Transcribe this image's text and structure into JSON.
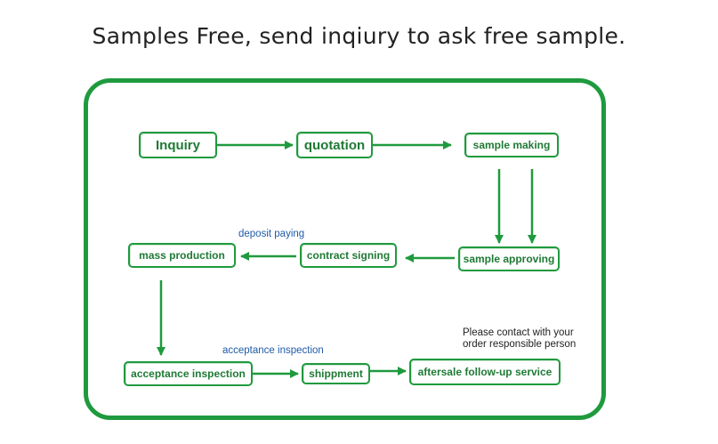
{
  "title": "Samples Free, send inqiury to ask free sample.",
  "nodes": {
    "inquiry": "Inquiry",
    "quotation": "quotation",
    "sample_making": "sample making",
    "sample_approving": "sample approving",
    "contract_signing": "contract signing",
    "mass_production": "mass production",
    "acceptance_inspection": "acceptance inspection",
    "shippment": "shippment",
    "aftersale": "aftersale follow-up service"
  },
  "labels": {
    "deposit_paying": "deposit paying",
    "acceptance_inspection": "acceptance inspection",
    "contact_line1": "Please contact with your",
    "contact_line2": "order responsible person"
  },
  "colors": {
    "green": "#1f9a3e",
    "label_blue": "#1f5aa8"
  }
}
